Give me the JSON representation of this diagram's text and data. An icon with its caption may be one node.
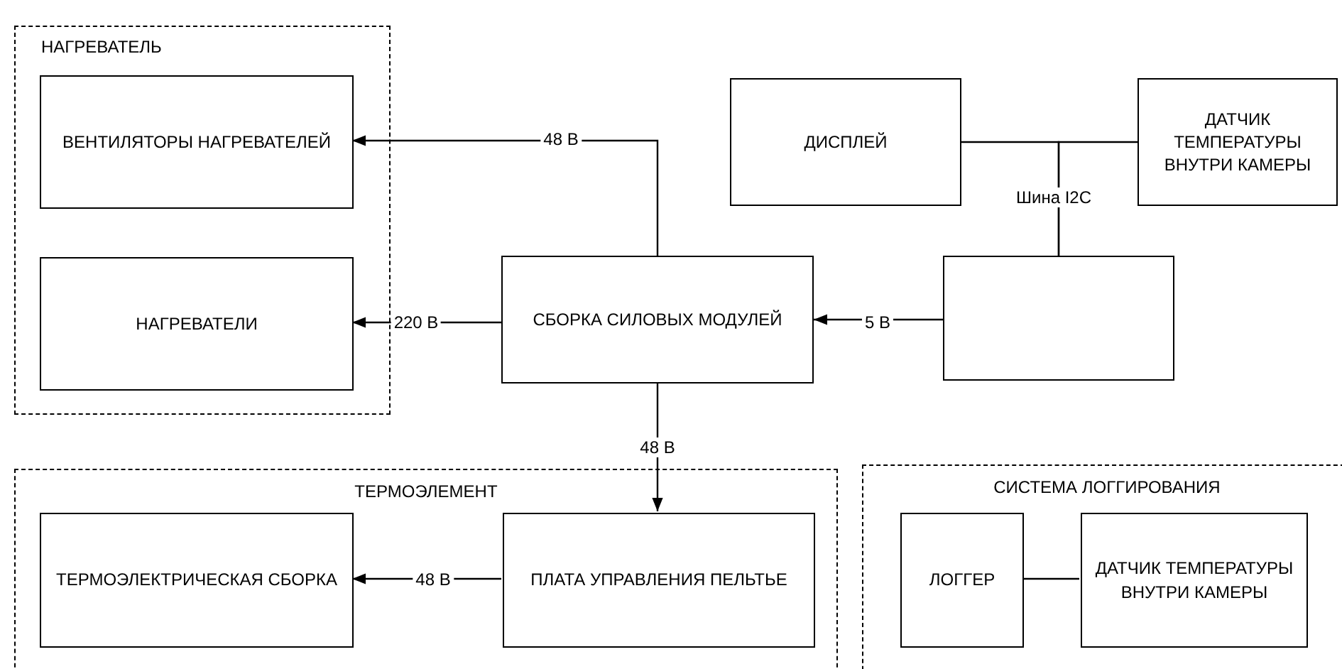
{
  "diagram": {
    "nodes": [
      {
        "text": [
          "НАГРЕВАТЕЛЬ"
        ]
      },
      {
        "text": [
          "ВЕНТИЛЯТОРЫ НАГРЕВАТЕЛЕЙ"
        ],
        "in": 0
      },
      {
        "text": [
          "НАГРЕВАТЕЛИ"
        ],
        "in": 0
      },
      {
        "text": [
          "ДИСПЛЕЙ"
        ]
      },
      {
        "text": [
          "ДАТЧИК ТЕМПЕРАТУРЫ ВНУТРИ КАМЕРЫ"
        ]
      },
      {
        "text": [
          "СБОРКА СИЛОВЫХ МОДУЛЕЙ"
        ]
      },
      {
        "text": [],
        "shape": "box"
      },
      {
        "text": [
          "ТЕРМОЭЛЕМЕНТ"
        ]
      },
      {
        "text": [
          "ТЕРМОЭЛЕКТРИЧЕСКАЯ СБОРКА"
        ],
        "in": 7
      },
      {
        "text": [
          "ПЛАТА УПРАВЛЕНИЯ ПЕЛЬТЬЕ"
        ],
        "in": 7
      },
      {
        "text": [
          "СИСТЕМА ЛОГГИРОВАНИЯ"
        ]
      },
      {
        "text": [
          "ЛОГГЕР"
        ],
        "in": 10
      },
      {
        "text": [
          "ДАТЧИК ТЕМПЕРАТУРЫ ВНУТРИ КАМЕРЫ"
        ],
        "in": 10
      }
    ],
    "edges": [
      {
        "from": 5,
        "to": 1,
        "arrow": "to",
        "label": "48 В"
      },
      {
        "from": 5,
        "to": 2,
        "arrow": "to",
        "label": "220 В"
      },
      {
        "from": 6,
        "to": 5,
        "arrow": "to",
        "label": "5 В"
      },
      {
        "from": 6,
        "to": 3,
        "arrow": "none",
        "label": "Шина I2C"
      },
      {
        "from": 6,
        "to": 4,
        "arrow": "none"
      },
      {
        "from": 5,
        "to": 9,
        "arrow": "to",
        "label": "48 В"
      },
      {
        "from": 9,
        "to": 8,
        "arrow": "to",
        "label": "48 В"
      },
      {
        "from": 11,
        "to": 12,
        "arrow": "none"
      }
    ]
  }
}
